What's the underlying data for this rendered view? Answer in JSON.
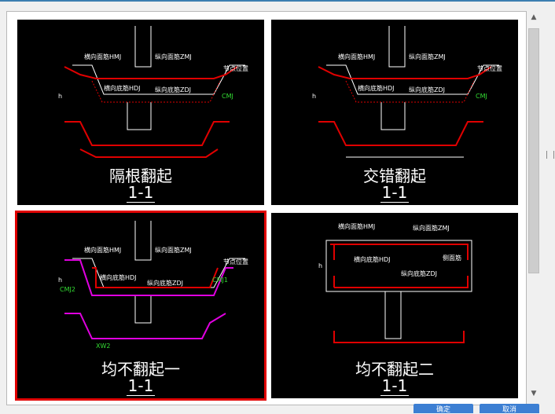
{
  "tiles": [
    {
      "caption": "隔根翻起",
      "section": "1-1",
      "labels": {
        "t1": "横向面筋HMJ",
        "t2": "纵向面筋ZMJ",
        "t3": "横向底筋HDJ",
        "t4": "纵向底筋ZDJ",
        "side": "CMJ",
        "h": "h",
        "pos": "节点位置"
      }
    },
    {
      "caption": "交错翻起",
      "section": "1-1",
      "labels": {
        "t1": "横向面筋HMJ",
        "t2": "纵向面筋ZMJ",
        "t3": "横向底筋HDJ",
        "t4": "纵向底筋ZDJ",
        "side": "CMJ",
        "h": "h",
        "pos": "节点位置"
      }
    },
    {
      "caption": "均不翻起一",
      "section": "1-1",
      "labels": {
        "t1": "横向面筋HMJ",
        "t2": "纵向面筋ZMJ",
        "t3": "横向底筋HDJ",
        "t4": "纵向底筋ZDJ",
        "side": "CMJ1",
        "side2": "CMJ2",
        "w": "XW2",
        "h": "h",
        "pos": "节点位置"
      }
    },
    {
      "caption": "均不翻起二",
      "section": "1-1",
      "labels": {
        "t1": "横向面筋HMJ",
        "t2": "纵向面筋ZMJ",
        "t3": "横向底筋HDJ",
        "t4": "纵向底筋ZDJ",
        "side": "侧面筋",
        "h": "h"
      }
    }
  ],
  "buttons": [
    "确定",
    "取消"
  ]
}
